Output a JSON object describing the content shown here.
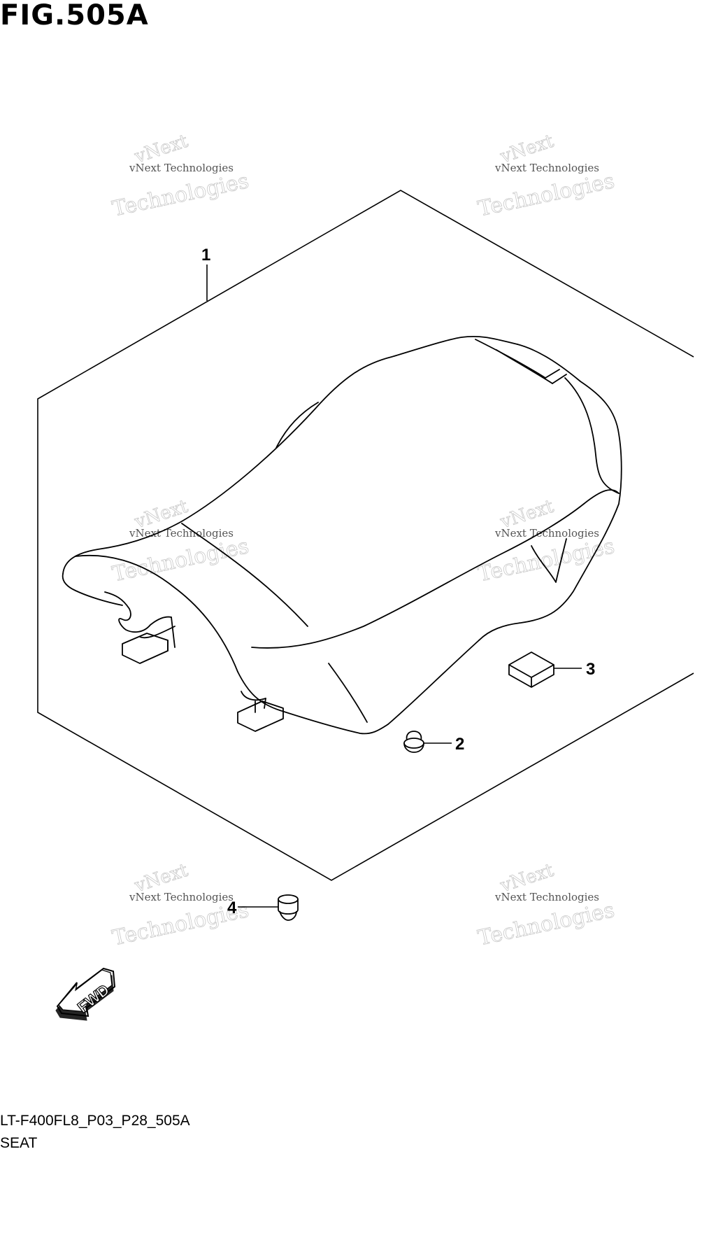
{
  "figure": {
    "title": "FIG.505A"
  },
  "callouts": [
    {
      "number": "1"
    },
    {
      "number": "2"
    },
    {
      "number": "3"
    },
    {
      "number": "4"
    }
  ],
  "watermark": {
    "line1": "vNext Technologies",
    "outline_top": "vNext",
    "outline_bottom": "Technologies"
  },
  "direction_arrow": {
    "label": "FWD"
  },
  "footer": {
    "code": "LT-F400FL8_P03_P28_505A",
    "name": "SEAT"
  }
}
